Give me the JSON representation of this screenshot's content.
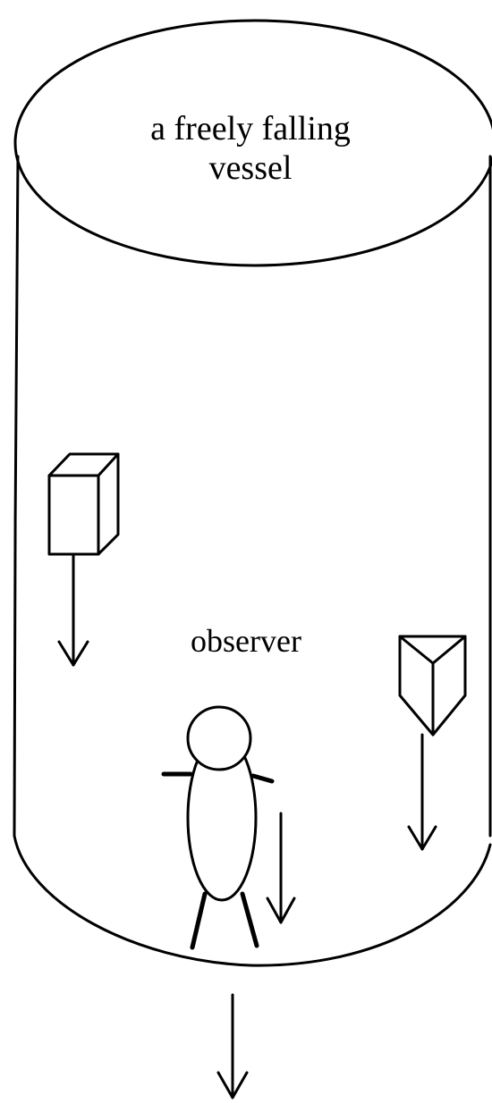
{
  "vessel": {
    "label_line_1": "a freely falling",
    "label_line_2": "vessel"
  },
  "observer": {
    "label": "observer"
  },
  "colors": {
    "stroke": "#000000",
    "background": "#ffffff"
  }
}
